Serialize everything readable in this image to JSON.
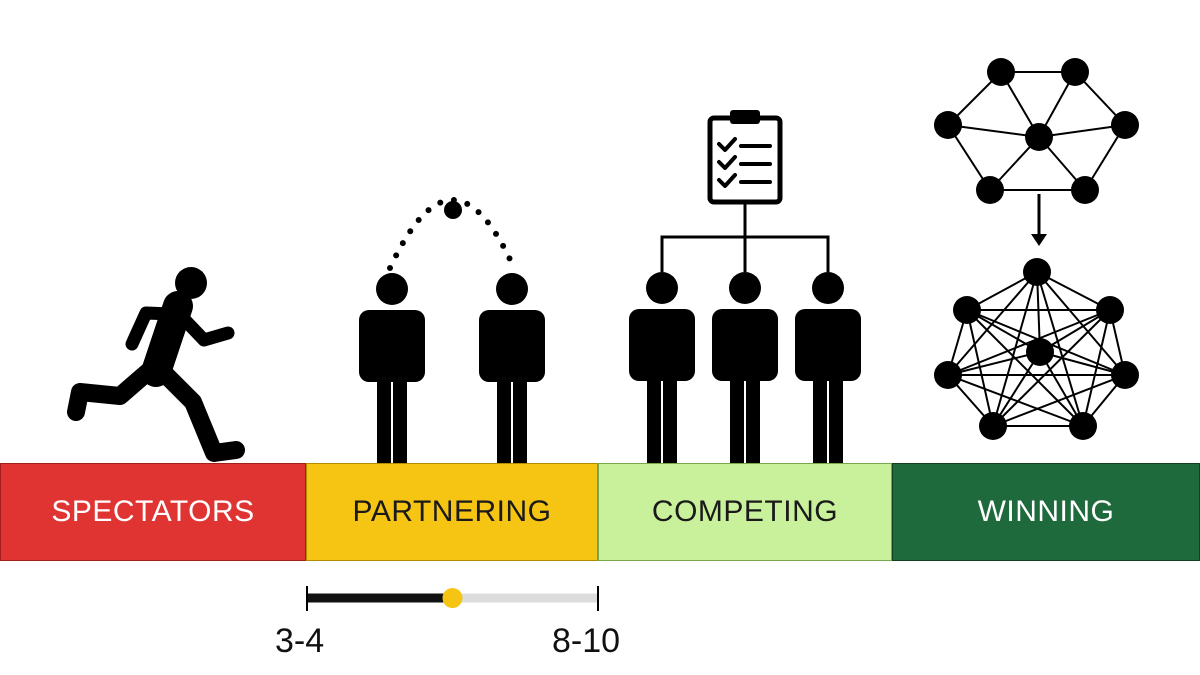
{
  "stages": [
    {
      "label": "SPECTATORS",
      "color": "#e03433",
      "text_color": "#ffffff",
      "icon": "running-person-icon"
    },
    {
      "label": "PARTNERING",
      "color": "#f6c413",
      "text_color": "#1a1a1a",
      "icon": "two-people-passing-ball-icon"
    },
    {
      "label": "COMPETING",
      "color": "#c9f09a",
      "text_color": "#1a1a1a",
      "icon": "team-with-checklist-icon"
    },
    {
      "label": "WINNING",
      "color": "#1f6a3d",
      "text_color": "#ffffff",
      "icon": "network-growth-icon"
    }
  ],
  "scale": {
    "start_label": "3-4",
    "end_label": "8-10",
    "progress": 0.5,
    "track_color": "#dcdcdc",
    "fill_color": "#111111",
    "marker_color": "#f6c413"
  }
}
